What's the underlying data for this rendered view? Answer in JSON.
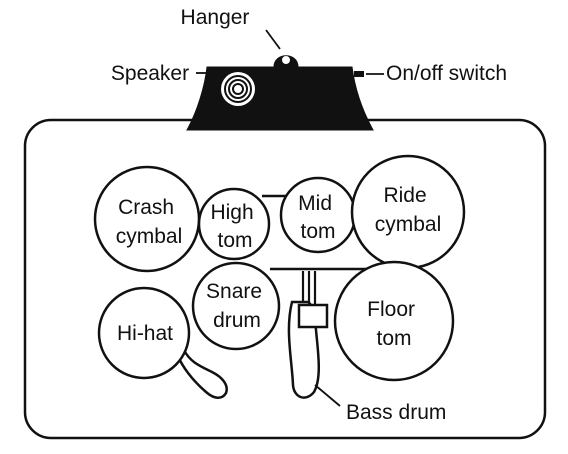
{
  "callouts": {
    "hanger": "Hanger",
    "speaker": "Speaker",
    "switch": "On/off switch",
    "bass_drum": "Bass drum"
  },
  "pads": {
    "crash": [
      "Crash",
      "cymbal"
    ],
    "high_tom": [
      "High",
      "tom"
    ],
    "mid_tom": [
      "Mid",
      "tom"
    ],
    "ride": [
      "Ride",
      "cymbal"
    ],
    "snare": [
      "Snare",
      "drum"
    ],
    "floor_tom": [
      "Floor",
      "tom"
    ],
    "hihat": [
      "Hi-hat"
    ]
  },
  "colors": {
    "ink": "#111111",
    "background": "#ffffff"
  }
}
